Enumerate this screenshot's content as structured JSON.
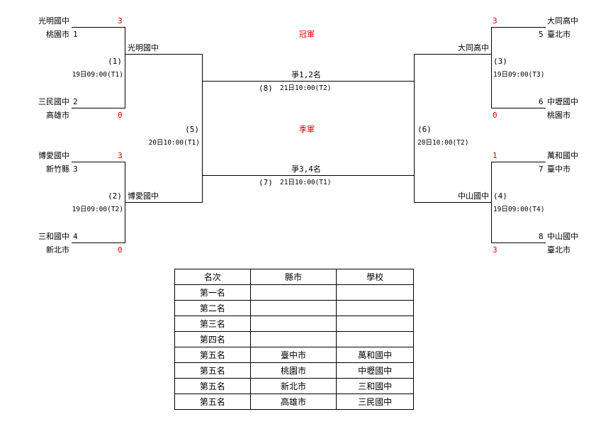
{
  "title_champion": "冠軍",
  "title_third": "季軍",
  "left_entries": [
    {
      "school": "光明國中",
      "city": "桃園市",
      "seed": "1",
      "score": "3"
    },
    {
      "school": "三民國中",
      "city": "高雄市",
      "seed": "2",
      "score": "0"
    },
    {
      "school": "博愛國中",
      "city": "新竹縣",
      "seed": "3",
      "score": "3"
    },
    {
      "school": "三和國中",
      "city": "新北市",
      "seed": "4",
      "score": "0"
    }
  ],
  "right_entries": [
    {
      "school": "大同高中",
      "city": "臺北市",
      "seed": "5",
      "score": "3"
    },
    {
      "school": "中壢國中",
      "city": "桃園市",
      "seed": "6",
      "score": "0"
    },
    {
      "school": "萬和國中",
      "city": "臺中市",
      "seed": "7",
      "score": "1"
    },
    {
      "school": "中山國中",
      "city": "臺北市",
      "seed": "8",
      "score": "3"
    }
  ],
  "matches": {
    "m1": {
      "no": "(1)",
      "time": "19日09:00(T1)",
      "winner": "光明國中"
    },
    "m2": {
      "no": "(2)",
      "time": "19日09:00(T2)",
      "winner": "博愛國中"
    },
    "m3": {
      "no": "(3)",
      "time": "19日09:00(T3)",
      "winner": "大同高中"
    },
    "m4": {
      "no": "(4)",
      "time": "19日09:00(T4)",
      "winner": "中山國中"
    },
    "m5": {
      "no": "(5)",
      "time": "20日10:00(T1)"
    },
    "m6": {
      "no": "(6)",
      "time": "20日10:00(T2)"
    },
    "m7": {
      "no": "(7)",
      "time": "21日10:00(T1)",
      "label": "爭3,4名"
    },
    "m8": {
      "no": "(8)",
      "time": "21日10:00(T2)",
      "label": "爭1,2名"
    }
  },
  "standings": {
    "headers": [
      "名次",
      "縣市",
      "學校"
    ],
    "rows": [
      [
        "第一名",
        "",
        ""
      ],
      [
        "第二名",
        "",
        ""
      ],
      [
        "第三名",
        "",
        ""
      ],
      [
        "第四名",
        "",
        ""
      ],
      [
        "第五名",
        "臺中市",
        "萬和國中"
      ],
      [
        "第五名",
        "桃園市",
        "中壢國中"
      ],
      [
        "第五名",
        "新北市",
        "三和國中"
      ],
      [
        "第五名",
        "高雄市",
        "三民國中"
      ]
    ]
  },
  "colors": {
    "line": "#000000",
    "score": "#e00000",
    "title": "#e00000"
  }
}
